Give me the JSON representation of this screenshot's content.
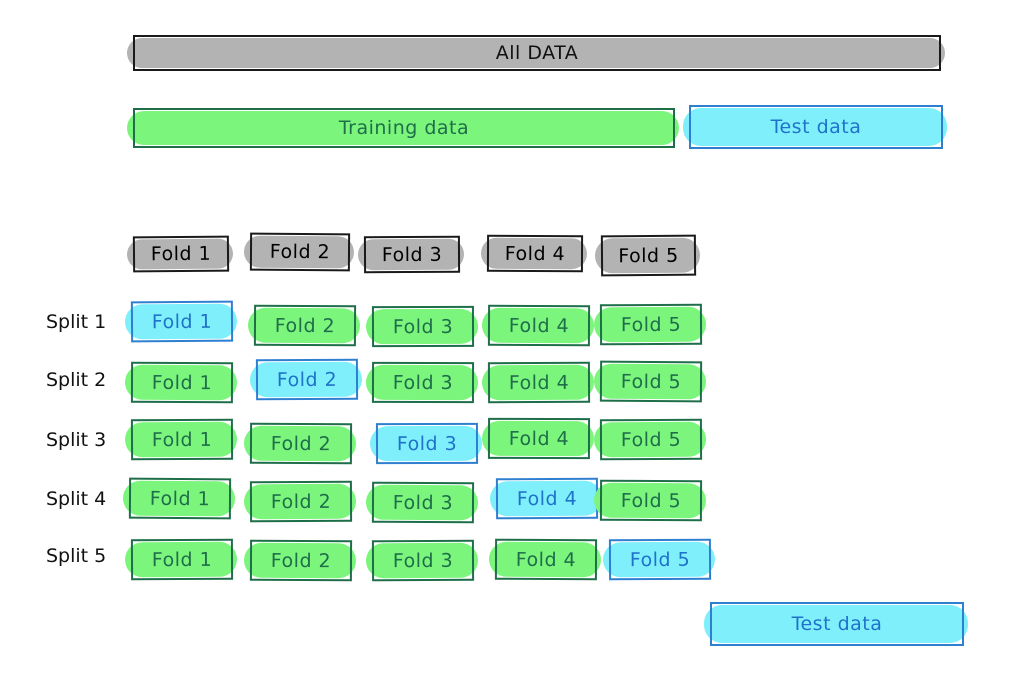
{
  "top": {
    "all_data": "All DATA",
    "training": "Training data",
    "test": "Test data"
  },
  "folds_header": [
    "Fold 1",
    "Fold 2",
    "Fold 3",
    "Fold 4",
    "Fold 5"
  ],
  "splits": [
    {
      "label": "Split 1",
      "cells": [
        "Fold 1",
        "Fold 2",
        "Fold 3",
        "Fold 4",
        "Fold 5"
      ],
      "test_index": 0
    },
    {
      "label": "Split 2",
      "cells": [
        "Fold 1",
        "Fold 2",
        "Fold 3",
        "Fold 4",
        "Fold 5"
      ],
      "test_index": 1
    },
    {
      "label": "Split 3",
      "cells": [
        "Fold 1",
        "Fold 2",
        "Fold 3",
        "Fold 4",
        "Fold 5"
      ],
      "test_index": 2
    },
    {
      "label": "Split 4",
      "cells": [
        "Fold 1",
        "Fold 2",
        "Fold 3",
        "Fold 4",
        "Fold 5"
      ],
      "test_index": 3
    },
    {
      "label": "Split 5",
      "cells": [
        "Fold 1",
        "Fold 2",
        "Fold 3",
        "Fold 4",
        "Fold 5"
      ],
      "test_index": 4
    }
  ],
  "bottom_test": "Test data",
  "colors": {
    "gray_fill": "#b3b3b3",
    "gray_border": "#1a1a1a",
    "green_fill": "#7cf57c",
    "green_border": "#1e6e4a",
    "cyan_fill": "#7ff0fb",
    "cyan_border": "#2f7fd1",
    "cyan_text": "#1f72c9"
  }
}
